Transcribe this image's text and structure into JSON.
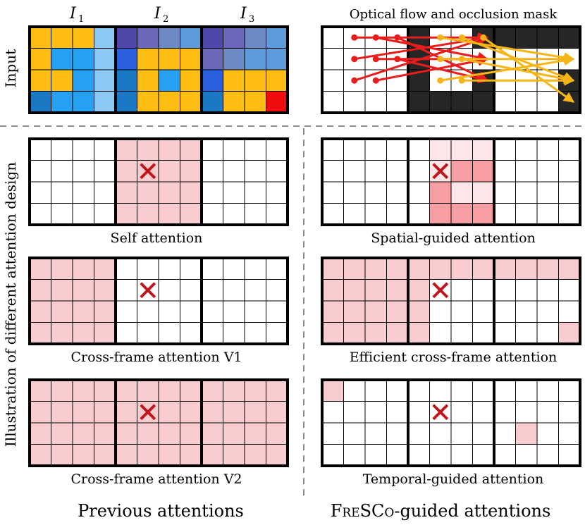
{
  "colors": {
    "orange": "#FDBD12",
    "blue_light": "#8EC9F6",
    "blue_mid": "#28A0F2",
    "blue_dark": "#1A78C4",
    "indigo": "#5048A8",
    "indigo_light": "#6B68BC",
    "slate": "#6C8AC4",
    "cornflower": "#5E9BDB",
    "royal": "#2A60E0",
    "red": "#F00D0D",
    "pink": "#F9CDCF",
    "pink_pale": "#FCE6E8",
    "pink_mid": "#F69EA4",
    "dark_cell": "#262626",
    "flow_red": "#EA1C1C",
    "flow_yellow": "#F7B515",
    "marker_red": "#C0151B",
    "divider": "#8A8A8A"
  },
  "input": {
    "frame_labels": [
      "I",
      "I",
      "I"
    ],
    "frame_subscripts": [
      "1",
      "2",
      "3"
    ],
    "flow_title": "Optical flow and occlusion mask",
    "frames": [
      [
        [
          "orange",
          "orange",
          "orange",
          "blue_light"
        ],
        [
          "orange",
          "blue_mid",
          "blue_mid",
          "blue_light"
        ],
        [
          "orange",
          "orange",
          "blue_mid",
          "blue_light"
        ],
        [
          "blue_dark",
          "blue_mid",
          "blue_mid",
          "blue_light"
        ]
      ],
      [
        [
          "indigo",
          "indigo_light",
          "slate",
          "cornflower"
        ],
        [
          "royal",
          "orange",
          "orange",
          "orange"
        ],
        [
          "blue_dark",
          "orange",
          "blue_mid",
          "orange"
        ],
        [
          "blue_dark",
          "orange",
          "orange",
          "orange"
        ]
      ],
      [
        [
          "indigo",
          "indigo_light",
          "slate",
          "cornflower"
        ],
        [
          "indigo_light",
          "slate",
          "cornflower",
          "cornflower"
        ],
        [
          "royal",
          "orange",
          "orange",
          "orange"
        ],
        [
          "blue_dark",
          "orange",
          "orange",
          "red"
        ]
      ]
    ],
    "mask": [
      [
        [
          "w",
          "w",
          "w",
          "w"
        ],
        [
          "w",
          "w",
          "w",
          "w"
        ],
        [
          "w",
          "w",
          "w",
          "w"
        ]
      ],
      [
        [
          "w",
          "w",
          "w",
          "w"
        ],
        [
          "w",
          "w",
          "w",
          "w"
        ],
        [
          "w",
          "w",
          "w",
          "w"
        ]
      ],
      [
        [
          "w",
          "w",
          "w",
          "w"
        ],
        [
          "w",
          "w",
          "w",
          "w"
        ],
        [
          "w",
          "w",
          "w",
          "w"
        ]
      ],
      [
        [
          "w",
          "w",
          "w",
          "w"
        ],
        [
          "w",
          "w",
          "w",
          "w"
        ],
        [
          "w",
          "w",
          "w",
          "w"
        ]
      ]
    ],
    "mask_frames": [
      [
        [
          "w",
          "w",
          "w",
          "w"
        ],
        [
          "w",
          "w",
          "w",
          "w"
        ],
        [
          "w",
          "w",
          "w",
          "w"
        ],
        [
          "w",
          "w",
          "w",
          "w"
        ]
      ],
      [
        [
          "d",
          "w",
          "w",
          "d"
        ],
        [
          "d",
          "w",
          "w",
          "w"
        ],
        [
          "d",
          "w",
          "w",
          "d"
        ],
        [
          "d",
          "d",
          "d",
          "d"
        ]
      ],
      [
        [
          "d",
          "d",
          "d",
          "d"
        ],
        [
          "w",
          "w",
          "w",
          "w"
        ],
        [
          "w",
          "w",
          "w",
          "d"
        ],
        [
          "w",
          "w",
          "w",
          "d"
        ]
      ]
    ],
    "flow_arrows": [
      {
        "color": "flow_red",
        "from": [
          0,
          0,
          1
        ],
        "to": [
          1,
          0,
          3
        ]
      },
      {
        "color": "flow_red",
        "from": [
          0,
          0,
          2
        ],
        "to": [
          1,
          1,
          3
        ]
      },
      {
        "color": "flow_red",
        "from": [
          0,
          0,
          3
        ],
        "to": [
          1,
          2,
          3
        ]
      },
      {
        "color": "flow_red",
        "from": [
          0,
          1,
          1
        ],
        "to": [
          1,
          0,
          3
        ]
      },
      {
        "color": "flow_red",
        "from": [
          0,
          1,
          2
        ],
        "to": [
          1,
          1,
          3
        ]
      },
      {
        "color": "flow_red",
        "from": [
          0,
          1,
          3
        ],
        "to": [
          1,
          2,
          3
        ]
      },
      {
        "color": "flow_red",
        "from": [
          0,
          2,
          1
        ],
        "to": [
          1,
          0,
          3
        ]
      },
      {
        "color": "flow_red",
        "from": [
          0,
          2,
          2
        ],
        "to": [
          1,
          1,
          3
        ]
      },
      {
        "color": "flow_yellow",
        "from": [
          1,
          0,
          1
        ],
        "to": [
          2,
          1,
          3
        ]
      },
      {
        "color": "flow_yellow",
        "from": [
          1,
          0,
          2
        ],
        "to": [
          2,
          2,
          3
        ]
      },
      {
        "color": "flow_yellow",
        "from": [
          1,
          0,
          3
        ],
        "to": [
          2,
          3,
          3
        ]
      },
      {
        "color": "flow_yellow",
        "from": [
          1,
          1,
          1
        ],
        "to": [
          2,
          1,
          3
        ]
      },
      {
        "color": "flow_yellow",
        "from": [
          1,
          1,
          2
        ],
        "to": [
          2,
          2,
          3
        ]
      },
      {
        "color": "flow_yellow",
        "from": [
          1,
          2,
          1
        ],
        "to": [
          2,
          1,
          3
        ]
      },
      {
        "color": "flow_yellow",
        "from": [
          1,
          2,
          2
        ],
        "to": [
          2,
          2,
          3
        ]
      }
    ]
  },
  "side_labels": {
    "input": "Input",
    "illustration": "Illustration of different attention design"
  },
  "attention": {
    "left": [
      {
        "caption": "Self attention",
        "fill": [
          [
            "w",
            "w",
            "w",
            "w"
          ],
          [
            "p",
            "p",
            "p",
            "p"
          ],
          [
            "w",
            "w",
            "w",
            "w"
          ]
        ],
        "marker": [
          1,
          1,
          1
        ]
      },
      {
        "caption": "Cross-frame attention V1",
        "fill": [
          [
            "p",
            "p",
            "p",
            "p"
          ],
          [
            "w",
            "w",
            "w",
            "w"
          ],
          [
            "w",
            "w",
            "w",
            "w"
          ]
        ],
        "marker": [
          1,
          1,
          1
        ]
      },
      {
        "caption": "Cross-frame attention V2",
        "fill": [
          [
            "p",
            "p",
            "p",
            "p"
          ],
          [
            "p",
            "p",
            "p",
            "p"
          ],
          [
            "p",
            "p",
            "p",
            "p"
          ]
        ],
        "marker": [
          1,
          1,
          1
        ]
      }
    ],
    "right": [
      {
        "caption": "Spatial-guided attention",
        "cells": [
          [
            [
              "w",
              "w",
              "w",
              "w"
            ],
            [
              "w",
              "w",
              "w",
              "w"
            ],
            [
              "w",
              "w",
              "w",
              "w"
            ],
            [
              "w",
              "w",
              "w",
              "w"
            ]
          ],
          [
            [
              "w",
              "e",
              "e",
              "e"
            ],
            [
              "w",
              "e",
              "m",
              "m"
            ],
            [
              "w",
              "m",
              "e",
              "e"
            ],
            [
              "w",
              "m",
              "m",
              "m"
            ]
          ],
          [
            [
              "w",
              "w",
              "w",
              "w"
            ],
            [
              "w",
              "w",
              "w",
              "w"
            ],
            [
              "w",
              "w",
              "w",
              "w"
            ],
            [
              "w",
              "w",
              "w",
              "w"
            ]
          ]
        ],
        "marker": [
          1,
          1,
          1
        ]
      },
      {
        "caption": "Efficient cross-frame attention",
        "cells": [
          [
            [
              "p",
              "p",
              "p",
              "p"
            ],
            [
              "p",
              "p",
              "p",
              "p"
            ],
            [
              "p",
              "p",
              "p",
              "p"
            ],
            [
              "p",
              "p",
              "p",
              "p"
            ]
          ],
          [
            [
              "p",
              "p",
              "p",
              "p"
            ],
            [
              "p",
              "w",
              "w",
              "w"
            ],
            [
              "p",
              "w",
              "w",
              "w"
            ],
            [
              "p",
              "w",
              "w",
              "w"
            ]
          ],
          [
            [
              "p",
              "p",
              "p",
              "p"
            ],
            [
              "w",
              "w",
              "w",
              "w"
            ],
            [
              "w",
              "w",
              "w",
              "w"
            ],
            [
              "w",
              "w",
              "w",
              "p"
            ]
          ]
        ],
        "marker": [
          1,
          1,
          1
        ]
      },
      {
        "caption": "Temporal-guided attention",
        "cells": [
          [
            [
              "p",
              "w",
              "w",
              "w"
            ],
            [
              "w",
              "w",
              "w",
              "w"
            ],
            [
              "w",
              "w",
              "w",
              "w"
            ],
            [
              "w",
              "w",
              "w",
              "w"
            ]
          ],
          [
            [
              "w",
              "w",
              "w",
              "w"
            ],
            [
              "w",
              "w",
              "w",
              "w"
            ],
            [
              "w",
              "w",
              "w",
              "w"
            ],
            [
              "w",
              "w",
              "w",
              "w"
            ]
          ],
          [
            [
              "w",
              "w",
              "w",
              "w"
            ],
            [
              "w",
              "w",
              "w",
              "w"
            ],
            [
              "w",
              "p",
              "w",
              "w"
            ],
            [
              "w",
              "w",
              "w",
              "w"
            ]
          ]
        ],
        "marker": [
          1,
          1,
          1
        ]
      }
    ]
  },
  "footer": {
    "left": "Previous attentions",
    "right_small_caps_lead": "F",
    "right_small_caps_body": "RE",
    "right_mid": "SC",
    "right_small_caps_tail": "O",
    "right_rest": "-guided attentions"
  }
}
